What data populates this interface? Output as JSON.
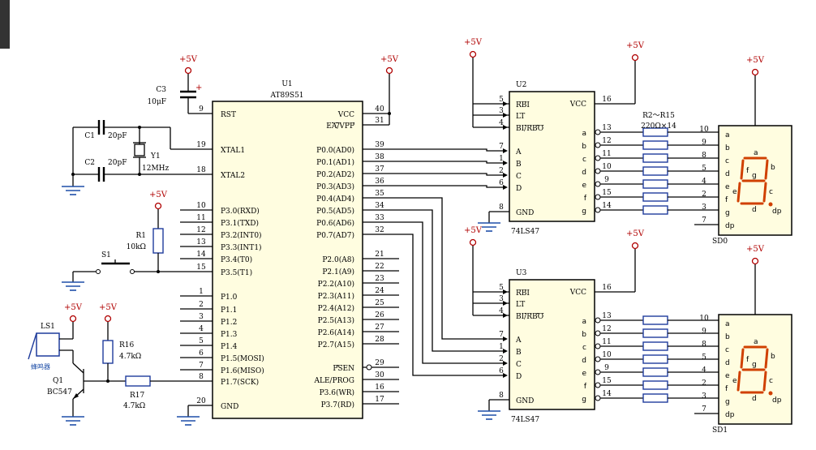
{
  "vcc_label": "+5V",
  "u1": {
    "ref": "U1",
    "part": "AT89S51",
    "left_pins": [
      {
        "num": "9",
        "name": "RST"
      },
      {
        "num": "19",
        "name": "XTAL1"
      },
      {
        "num": "18",
        "name": "XTAL2"
      },
      {
        "num": "10",
        "name": "P3.0(RXD)"
      },
      {
        "num": "11",
        "name": "P3.1(TXD)"
      },
      {
        "num": "12",
        "name": "P3.2(INT0)"
      },
      {
        "num": "13",
        "name": "P3.3(INT1)"
      },
      {
        "num": "14",
        "name": "P3.4(T0)"
      },
      {
        "num": "15",
        "name": "P3.5(T1)"
      },
      {
        "num": "1",
        "name": "P1.0"
      },
      {
        "num": "2",
        "name": "P1.1"
      },
      {
        "num": "3",
        "name": "P1.2"
      },
      {
        "num": "4",
        "name": "P1.3"
      },
      {
        "num": "5",
        "name": "P1.4"
      },
      {
        "num": "6",
        "name": "P1.5(MOSI)"
      },
      {
        "num": "7",
        "name": "P1.6(MISO)"
      },
      {
        "num": "8",
        "name": "P1.7(SCK)"
      },
      {
        "num": "20",
        "name": "GND"
      }
    ],
    "right_pins": [
      {
        "num": "40",
        "name": "VCC"
      },
      {
        "num": "31",
        "name": "EA/VPP"
      },
      {
        "num": "39",
        "name": "P0.0(AD0)"
      },
      {
        "num": "38",
        "name": "P0.1(AD1)"
      },
      {
        "num": "37",
        "name": "P0.2(AD2)"
      },
      {
        "num": "36",
        "name": "P0.3(AD3)"
      },
      {
        "num": "35",
        "name": "P0.4(AD4)"
      },
      {
        "num": "34",
        "name": "P0.5(AD5)"
      },
      {
        "num": "33",
        "name": "P0.6(AD6)"
      },
      {
        "num": "32",
        "name": "P0.7(AD7)"
      },
      {
        "num": "21",
        "name": "P2.0(A8)"
      },
      {
        "num": "22",
        "name": "P2.1(A9)"
      },
      {
        "num": "23",
        "name": "P2.2(A10)"
      },
      {
        "num": "24",
        "name": "P2.3(A11)"
      },
      {
        "num": "25",
        "name": "P2.4(A12)"
      },
      {
        "num": "26",
        "name": "P2.5(A13)"
      },
      {
        "num": "27",
        "name": "P2.6(A14)"
      },
      {
        "num": "28",
        "name": "P2.7(A15)"
      },
      {
        "num": "29",
        "name": "PSEN"
      },
      {
        "num": "30",
        "name": "ALE/PROG"
      },
      {
        "num": "16",
        "name": "P3.6(WR)"
      },
      {
        "num": "17",
        "name": "P3.7(RD)"
      }
    ]
  },
  "decoders": [
    {
      "ref": "U2",
      "part": "74LS47",
      "left_pins": [
        {
          "num": "5",
          "name": "RBI"
        },
        {
          "num": "3",
          "name": "LT"
        },
        {
          "num": "4",
          "name": "BI/RBO"
        },
        {
          "num": "7",
          "name": "A"
        },
        {
          "num": "1",
          "name": "B"
        },
        {
          "num": "2",
          "name": "C"
        },
        {
          "num": "6",
          "name": "D"
        },
        {
          "num": "8",
          "name": "GND"
        }
      ],
      "vcc_pin": "16",
      "vcc_name": "VCC",
      "outputs": [
        {
          "num": "13",
          "name": "a"
        },
        {
          "num": "12",
          "name": "b"
        },
        {
          "num": "11",
          "name": "c"
        },
        {
          "num": "10",
          "name": "d"
        },
        {
          "num": "9",
          "name": "e"
        },
        {
          "num": "15",
          "name": "f"
        },
        {
          "num": "14",
          "name": "g"
        }
      ]
    },
    {
      "ref": "U3",
      "part": "74LS47",
      "left_pins": [
        {
          "num": "5",
          "name": "RBI"
        },
        {
          "num": "3",
          "name": "LT"
        },
        {
          "num": "4",
          "name": "BI/RBO"
        },
        {
          "num": "7",
          "name": "A"
        },
        {
          "num": "1",
          "name": "B"
        },
        {
          "num": "2",
          "name": "C"
        },
        {
          "num": "6",
          "name": "D"
        },
        {
          "num": "8",
          "name": "GND"
        }
      ],
      "vcc_pin": "16",
      "vcc_name": "VCC",
      "outputs": [
        {
          "num": "13",
          "name": "a"
        },
        {
          "num": "12",
          "name": "b"
        },
        {
          "num": "11",
          "name": "c"
        },
        {
          "num": "10",
          "name": "d"
        },
        {
          "num": "9",
          "name": "e"
        },
        {
          "num": "15",
          "name": "f"
        },
        {
          "num": "14",
          "name": "g"
        }
      ]
    }
  ],
  "displays": [
    {
      "ref": "SD0",
      "pins": [
        {
          "num": "10",
          "name": "a"
        },
        {
          "num": "9",
          "name": "b"
        },
        {
          "num": "8",
          "name": "c"
        },
        {
          "num": "5",
          "name": "d"
        },
        {
          "num": "4",
          "name": "e"
        },
        {
          "num": "2",
          "name": "f"
        },
        {
          "num": "3",
          "name": "g"
        },
        {
          "num": "7",
          "name": "dp"
        }
      ]
    },
    {
      "ref": "SD1",
      "pins": [
        {
          "num": "10",
          "name": "a"
        },
        {
          "num": "9",
          "name": "b"
        },
        {
          "num": "8",
          "name": "c"
        },
        {
          "num": "5",
          "name": "d"
        },
        {
          "num": "4",
          "name": "e"
        },
        {
          "num": "2",
          "name": "f"
        },
        {
          "num": "3",
          "name": "g"
        },
        {
          "num": "7",
          "name": "dp"
        }
      ]
    }
  ],
  "resistor_array": {
    "ref": "R2～R15",
    "value": "220Ω×14"
  },
  "components": {
    "c3_ref": "C3",
    "c3_val": "10μF",
    "c1_ref": "C1",
    "c1_val": "20pF",
    "c2_ref": "C2",
    "c2_val": "20pF",
    "y1_ref": "Y1",
    "y1_val": "12MHz",
    "r1_ref": "R1",
    "r1_val": "10kΩ",
    "s1_ref": "S1",
    "r16_ref": "R16",
    "r16_val": "4.7kΩ",
    "r17_ref": "R17",
    "r17_val": "4.7kΩ",
    "ls1_ref": "LS1",
    "ls1_desc": "蜂鸣器",
    "q1_ref": "Q1",
    "q1_val": "BC547"
  }
}
